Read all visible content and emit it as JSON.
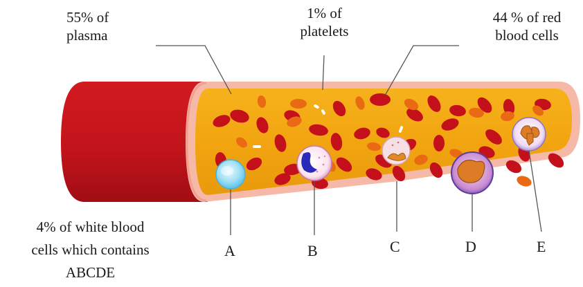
{
  "labels": {
    "plasma": [
      "55% of",
      "plasma"
    ],
    "platelets": [
      "1% of",
      "platelets"
    ],
    "red_cells": [
      "44 % of red",
      "blood cells"
    ],
    "white_cells": [
      "4% of white blood",
      "cells which contains",
      "ABCDE"
    ]
  },
  "cell_letters": [
    "A",
    "B",
    "C",
    "D",
    "E"
  ],
  "colors": {
    "vessel_red": "#c8141c",
    "vessel_dark_red": "#a30e16",
    "plasma_yellow": "#f3a814",
    "wall_pink": "#f6b9a8",
    "red_cell": "#c4101a",
    "orange_cell": "#ea6a14"
  }
}
